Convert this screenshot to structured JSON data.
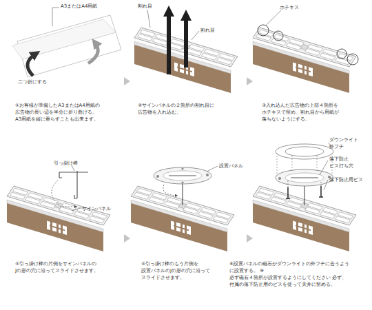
{
  "diagram": {
    "labels": [
      "A3またはA4用紙",
      "二つ折にする",
      "①お客様が準備したA3またはA4用紙の 広告物の長い辺を半分に折り曲げる。 A3用紙を縦に垂らすことも出来ます。",
      "割れ目",
      "割れ目",
      "②サインパネルの２箇所の割れ目に 広告物を入れ込む。",
      "ホチキス",
      "③入れ込んだ広告物の上部４箇所を ホチキスで留め、割れ目から用紙が 落ちないようにする。",
      "引っ掛け棒",
      "サインパネル",
      "④引っ掛け棒の片側をサインパネルの Jの形の穴に沿ってスライドさせます。",
      "設置パネル",
      "⑤引っ掛け棒のもう片側を 設置パネルのJの形の穴に沿って スライドさせます。",
      "ダウンライト 外フチ",
      "落下防止 ビス打ち穴",
      "落下防止用ビス",
      "⑥設置パネルの磁石がダウンライトの外フチに合うよう に設置する。 ※必ず磁石４箇所が設置するようにしてください 必ず、付属の落下防止用のビスを使って天井に留める。"
    ]
  }
}
